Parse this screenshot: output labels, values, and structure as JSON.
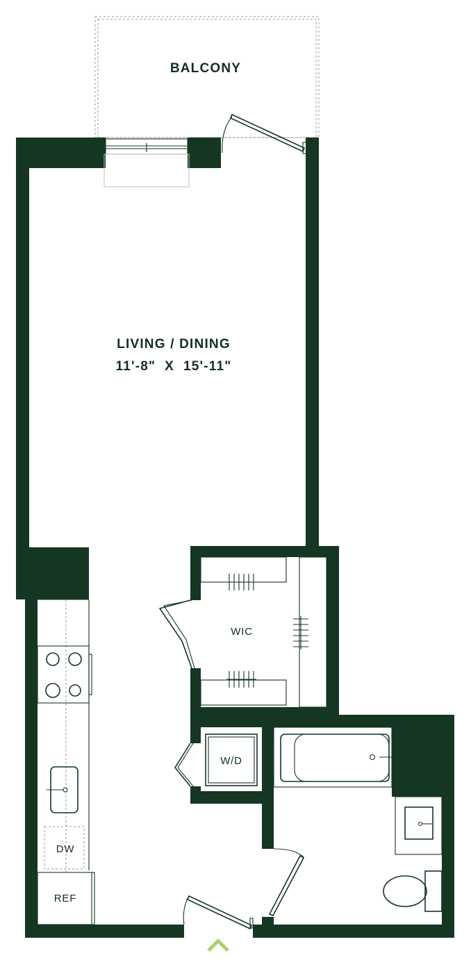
{
  "rooms": {
    "balcony": "BALCONY",
    "living_title": "LIVING / DINING",
    "living_dims": "11'-8\"  X  15'-11\"",
    "closet": "WIC",
    "laundry": "W/D",
    "dishwasher": "DW",
    "refrigerator": "REF"
  },
  "icons": {
    "entry": "chevron-up-icon"
  },
  "colors": {
    "wall": "#143622",
    "accent": "#a9cf6b"
  }
}
